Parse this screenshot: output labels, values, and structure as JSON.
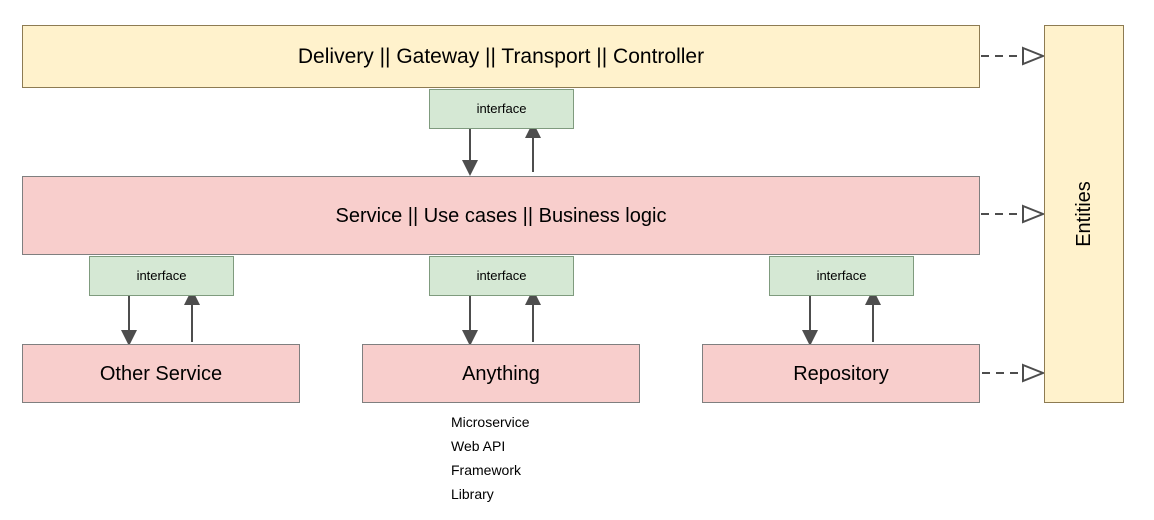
{
  "diagram": {
    "title_layers": {
      "delivery": "Delivery || Gateway || Transport || Controller",
      "service": "Service || Use cases || Business logic",
      "entities": "Entities"
    },
    "interfaces": {
      "top": "interface",
      "left": "interface",
      "center": "interface",
      "right": "interface"
    },
    "bottom_nodes": {
      "other_service": "Other Service",
      "anything": "Anything",
      "repository": "Repository"
    },
    "anything_notes": [
      "Microservice",
      "Web API",
      "Framework",
      "Library"
    ],
    "colors": {
      "yellow_fill": "#fff2cc",
      "yellow_stroke": "#8d7b52",
      "pink_fill": "#f8cecc",
      "pink_stroke": "#7f7f7f",
      "green_fill": "#d5e8d4",
      "green_stroke": "#7f9b7e",
      "arrow_stroke": "#4d4d4d",
      "background": "#ffffff"
    }
  }
}
